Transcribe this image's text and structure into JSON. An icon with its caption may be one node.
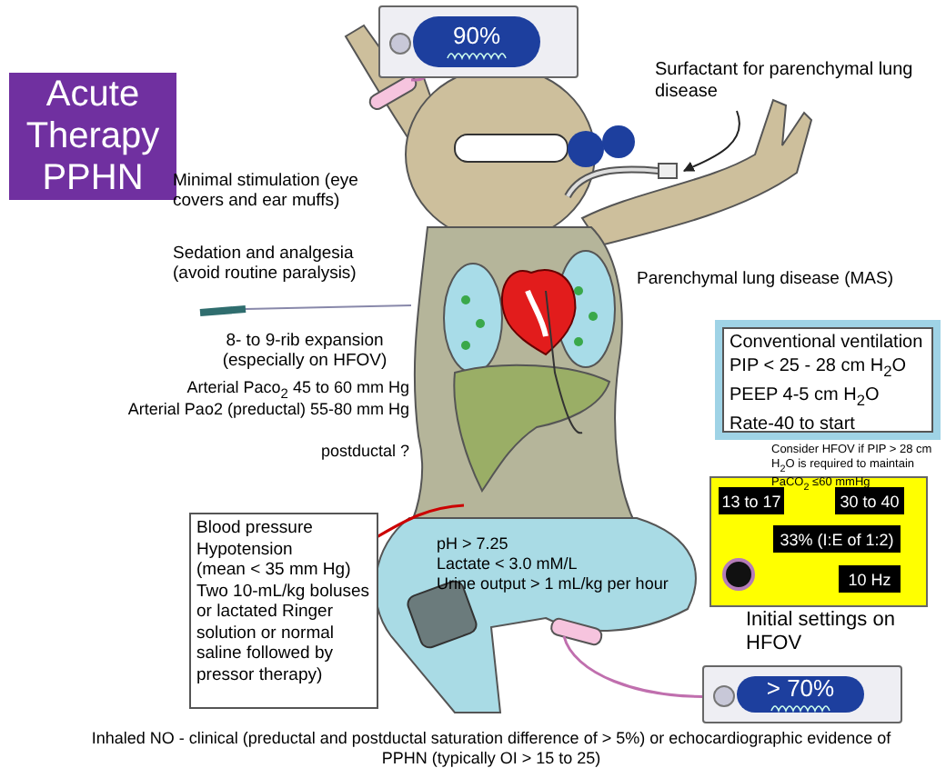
{
  "diagram": {
    "nodes": [
      {
        "text": [
          "Acute Therapy PPHN"
        ]
      },
      {
        "text": [
          "90%"
        ]
      },
      {
        "text": [
          "Surfactant for parenchymal lung disease"
        ]
      },
      {
        "text": [],
        "shape": "picture"
      },
      {
        "text": [
          "Conventional ventilation",
          "PIP < 25 - 28 cm H$_{2}$O",
          "PEEP 4-5 cm H$_{2}$O",
          "Rate-40 to start"
        ]
      },
      {
        "text": [],
        "shape": "box",
        "beside": [
          "Initial settings on HFOV"
        ]
      },
      {
        "text": [
          "13 to 17"
        ],
        "in": 5
      },
      {
        "text": [
          "30 to 40"
        ],
        "in": 5
      },
      {
        "text": [
          "33% (I:E of 1:2)"
        ],
        "in": 5
      },
      {
        "text": [
          "10 Hz"
        ],
        "in": 5
      },
      {
        "text": [
          "Blood pressure",
          "Hypotension",
          "(mean < 35 mm Hg)",
          "Two 10-mL/kg boluses or lactated Ringer solution or normal saline followed by pressor therapy)"
        ]
      },
      {
        "text": [
          "> 70%"
        ]
      }
    ],
    "edges": [
      {
        "from": 2,
        "to": 3,
        "arrow": "to"
      }
    ],
    "labels": [
      "Minimal stimulation (eye covers and ear muffs)",
      "Sedation and analgesia (avoid routine paralysis)",
      "Parenchymal lung disease (MAS)",
      "8- to 9-rib expansion (especially on HFOV)",
      "Arterial Paco$_{2}$ 45 to 60 mm Hg",
      "Arterial Pao2 (preductal) 55-80 mm Hg",
      "postductal ?",
      "Consider HFOV if PIP > 28 cm H$_{2}$O is required to maintain PaCO$_{2}$ ≤60 mmHg",
      "pH > 7.25",
      "Lactate < 3.0 mM/L",
      "Urine output > 1 mL/kg per hour",
      "Inhaled NO - clinical (preductal and postductal saturation difference of > 5%) or echocardiographic evidence of PPHN (typically OI > 15 to 25)"
    ]
  }
}
